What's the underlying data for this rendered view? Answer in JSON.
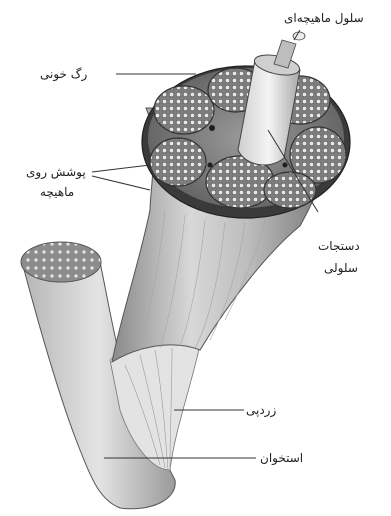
{
  "labels": {
    "muscle_cell": "سلول ماهیچه‌ای",
    "blood_vessel": "رگ خونی",
    "muscle_sheath_line1": "پوشش روی",
    "muscle_sheath_line2": "ماهیچه",
    "cell_bundles_line1": "دستجات",
    "cell_bundles_line2": "سلولی",
    "tendon": "زردپی",
    "bone": "استخوان"
  },
  "colors": {
    "line": "#333333",
    "shade_dark": "#3c3c3c",
    "shade_mid": "#8e8e8e",
    "shade_light": "#d9d9d9",
    "background": "#ffffff"
  }
}
